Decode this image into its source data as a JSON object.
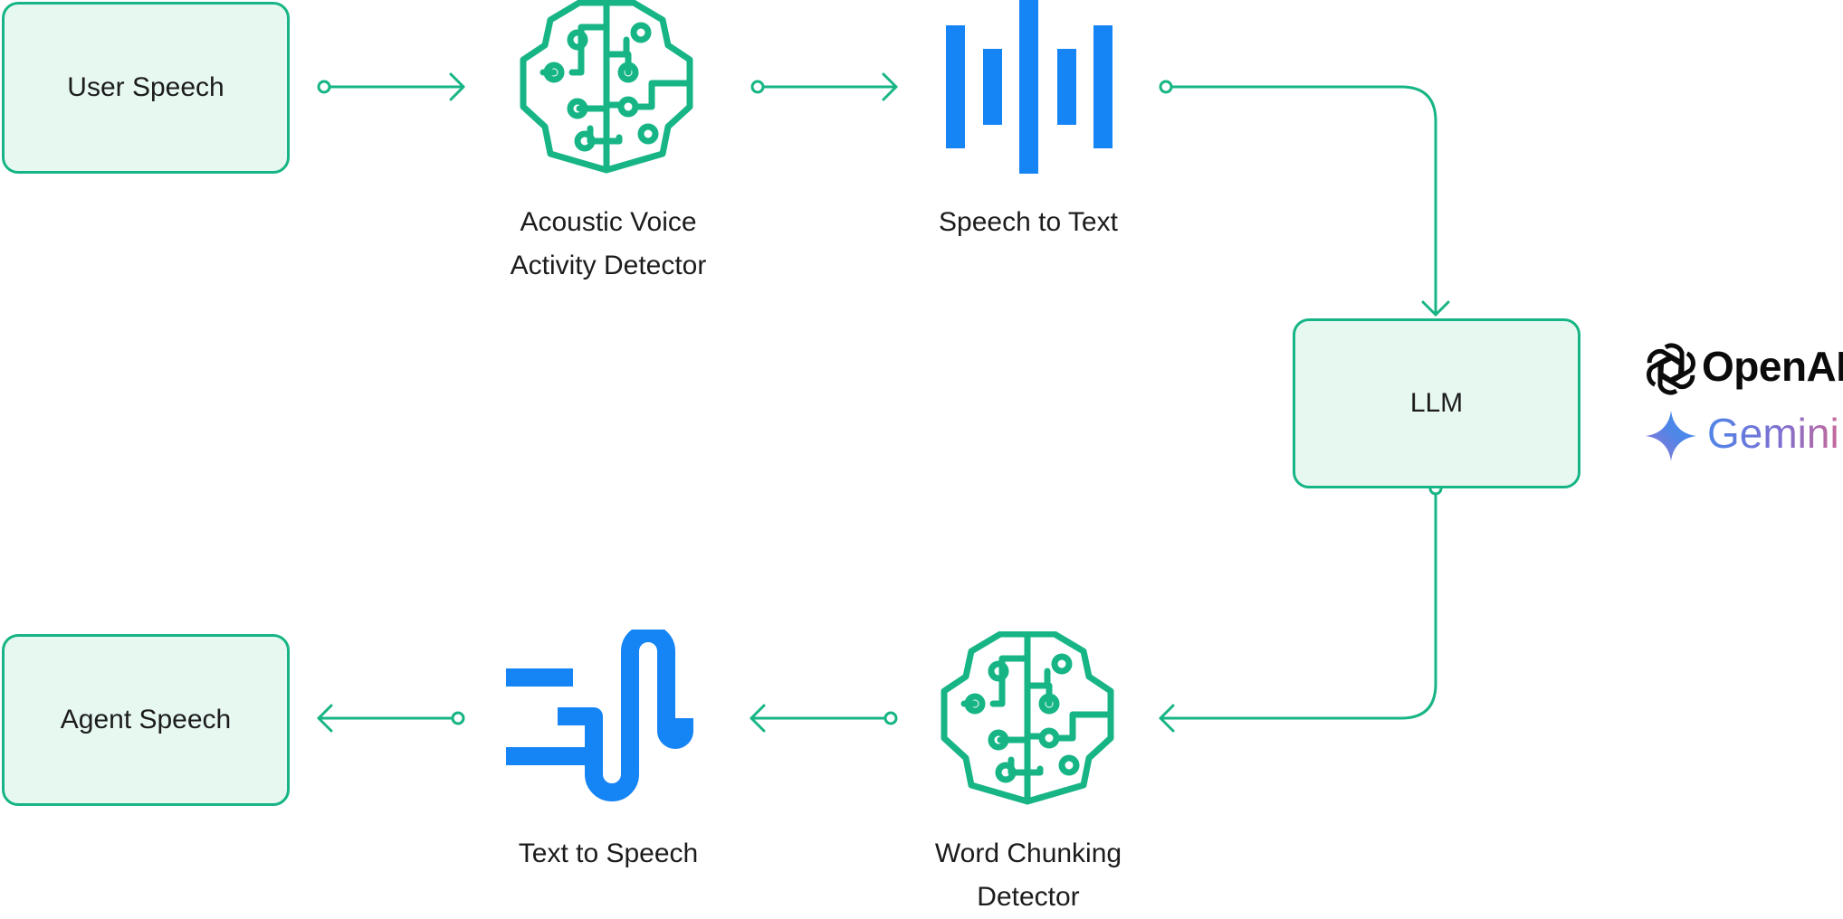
{
  "nodes": {
    "user_speech": "User Speech",
    "vad": "Acoustic Voice Activity Detector",
    "vad_line1": "Acoustic Voice",
    "vad_line2": "Activity Detector",
    "stt": "Speech to Text",
    "llm": "LLM",
    "wcd_line1": "Word Chunking",
    "wcd_line2": "Detector",
    "tts": "Text to Speech",
    "agent_speech": "Agent Speech"
  },
  "providers": {
    "openai": "OpenAI",
    "gemini": "Gemini"
  },
  "colors": {
    "green": "#17b585",
    "green_fill": "#e7f8f1",
    "blue": "#1584f4",
    "text": "#1c1c1c"
  },
  "icons": {
    "vad": "brain-circuit-icon",
    "stt": "audio-waveform-icon",
    "tts": "text-to-wave-icon",
    "wcd": "brain-circuit-icon",
    "openai": "openai-logo-icon",
    "gemini": "gemini-sparkle-icon"
  }
}
